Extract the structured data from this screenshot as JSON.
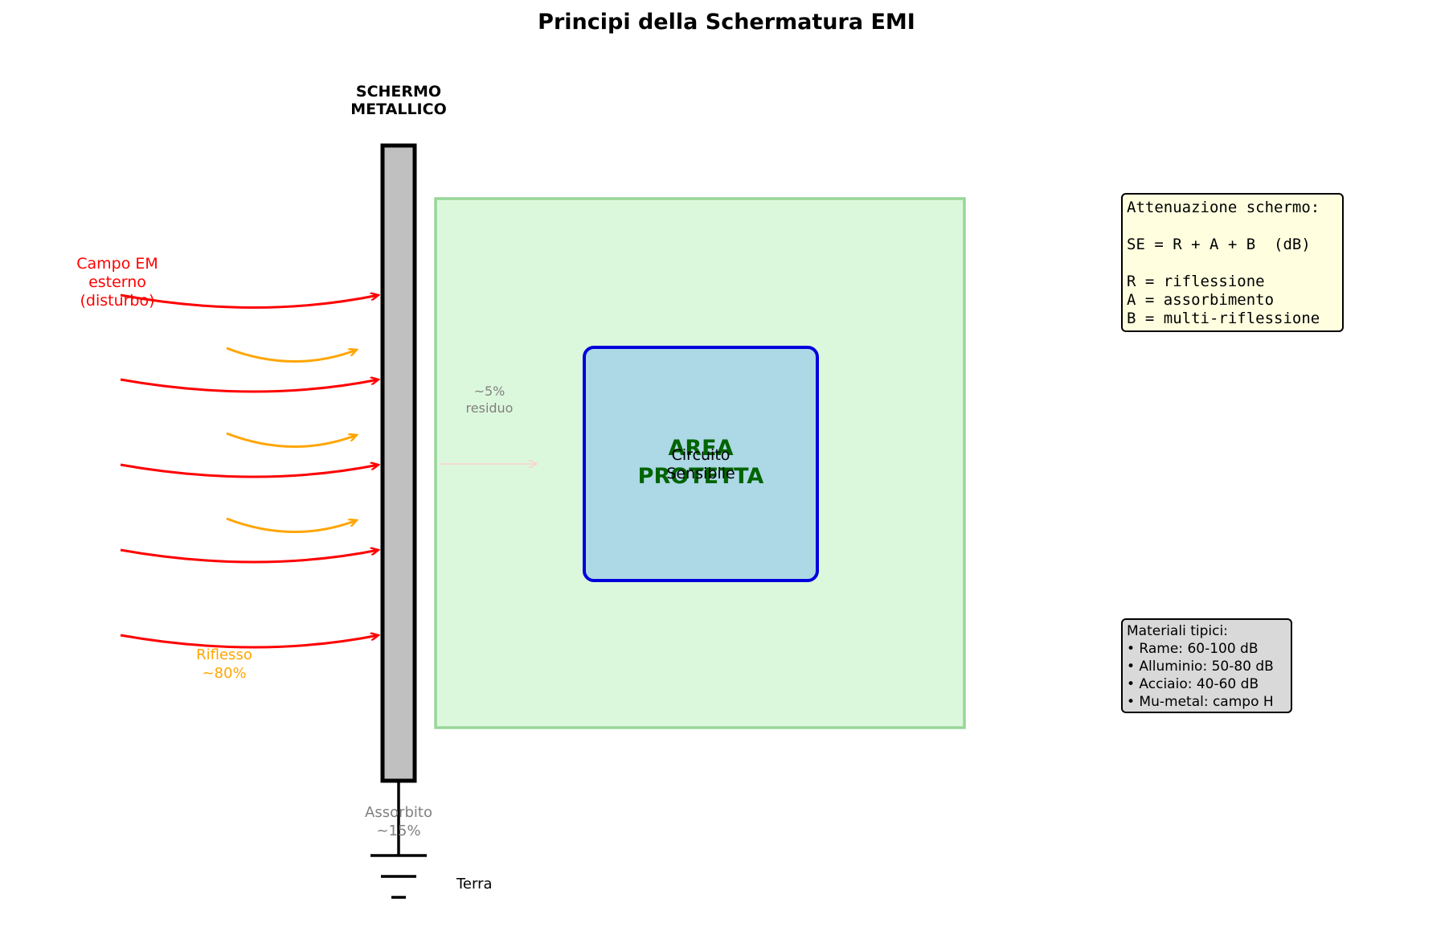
{
  "title": "Principi della Schermatura EMI",
  "shield": {
    "label_line1": "SCHERMO",
    "label_line2": "METALLICO"
  },
  "external_field": {
    "line1": "Campo EM",
    "line2": "esterno",
    "line3": "(disturbo)"
  },
  "reflected": {
    "line1": "Riflesso",
    "line2": "~80%"
  },
  "absorbed": {
    "line1": "Assorbito",
    "line2": "~15%"
  },
  "residual": {
    "line1": "~5%",
    "line2": "residuo"
  },
  "protected_area": {
    "line1": "AREA",
    "line2": "PROTETTA"
  },
  "circuit": {
    "line1": "Circuito",
    "line2": "Sensibile"
  },
  "ground_label": "Terra",
  "formula_box": {
    "line1": "Attenuazione schermo:",
    "line2": "SE = R + A + B  (dB)",
    "line3": "R = riflessione",
    "line4": "A = assorbimento",
    "line5": "B = multi-riflessione"
  },
  "materials_box": {
    "heading": "Materiali tipici:",
    "items": [
      "• Rame: 60-100 dB",
      "• Alluminio: 50-80 dB",
      "• Acciaio: 40-60 dB",
      "• Mu-metal: campo H"
    ]
  },
  "colors": {
    "incident": "#ff0000",
    "reflected": "#ffa500",
    "shield_fill": "#c0c0c0",
    "protected_fill": "#dcf8dc",
    "protected_border": "#99d699",
    "circuit_fill": "#add8e6",
    "circuit_border": "#0000dd",
    "protected_text": "#006400",
    "formula_bg": "#ffffe0",
    "materials_bg": "#d9d9d9"
  }
}
